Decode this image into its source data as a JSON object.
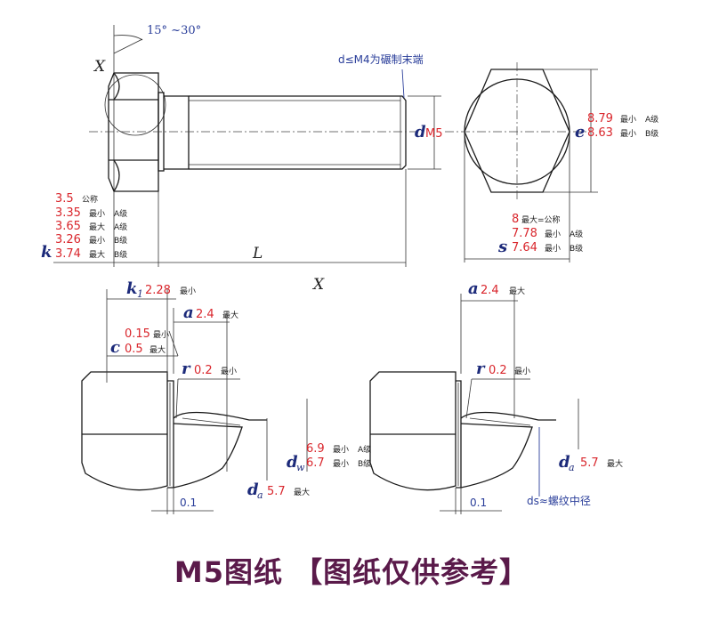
{
  "angle_label": "15° ~30°",
  "view_x_label": "X",
  "section_x_label": "X",
  "thread_end_note": "d≤M4为碾制末端",
  "d_symbol": "d",
  "d_value": "M5",
  "e_symbol": "e",
  "e_values": [
    {
      "value": "8.79",
      "note": "最小",
      "grade": "A级"
    },
    {
      "value": "8.63",
      "note": "最小",
      "grade": "B级"
    }
  ],
  "s_symbol": "s",
  "s_values": [
    {
      "value": "8",
      "note": "最大=公称"
    },
    {
      "value": "7.78",
      "note": "最小",
      "grade": "A级"
    },
    {
      "value": "7.64",
      "note": "最小",
      "grade": "B级"
    }
  ],
  "k_symbol": "k",
  "k_values": [
    {
      "value": "3.5",
      "note": "公称"
    },
    {
      "value": "3.35",
      "note": "最小",
      "grade": "A级"
    },
    {
      "value": "3.65",
      "note": "最大",
      "grade": "A级"
    },
    {
      "value": "3.26",
      "note": "最小",
      "grade": "B级"
    },
    {
      "value": "3.74",
      "note": "最大",
      "grade": "B级"
    }
  ],
  "L_label": "L",
  "k1_symbol": "k",
  "k1_sub": "1",
  "k1_value": "2.28",
  "k1_note": "最小",
  "c_symbol": "c",
  "c_values": [
    {
      "value": "0.15",
      "note": "最小"
    },
    {
      "value": "0.5",
      "note": "最大"
    }
  ],
  "a_symbol": "a",
  "a_value": "2.4",
  "a_note": "最大",
  "r_symbol": "r",
  "r_value": "0.2",
  "r_note": "最小",
  "dw_symbol": "d",
  "dw_sub": "w",
  "dw_values": [
    {
      "value": "6.9",
      "note": "最小",
      "grade": "A级"
    },
    {
      "value": "6.7",
      "note": "最小",
      "grade": "B级"
    }
  ],
  "da_symbol": "d",
  "da_sub": "a",
  "da_value": "5.7",
  "da_note": "最大",
  "gap_value": "0.1",
  "ds_note": "ds≈螺纹中径",
  "caption": "M5图纸 【图纸仅供参考】"
}
